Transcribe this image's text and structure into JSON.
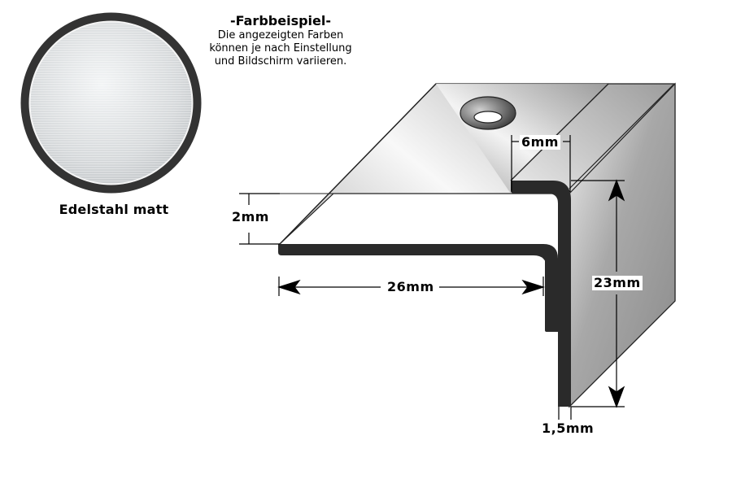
{
  "swatch": {
    "name": "Edelstahl matt",
    "ring_color": "#333333",
    "fill_light": "#e9ecee",
    "fill_dark": "#bfc3c6"
  },
  "note": {
    "title": "-Farbbeispiel-",
    "lines": [
      "Die angezeigten Farben",
      "können je nach Einstellung",
      "und Bildschirm variieren."
    ]
  },
  "profile": {
    "section_color": "#2a2a2a",
    "surface_light": "#f4f4f4",
    "surface_dark": "#8a8a8a",
    "dimensions": {
      "tread_width": "26mm",
      "leg_height": "23mm",
      "lip_width": "6mm",
      "edge_height": "2mm",
      "thickness": "1,5mm"
    }
  }
}
